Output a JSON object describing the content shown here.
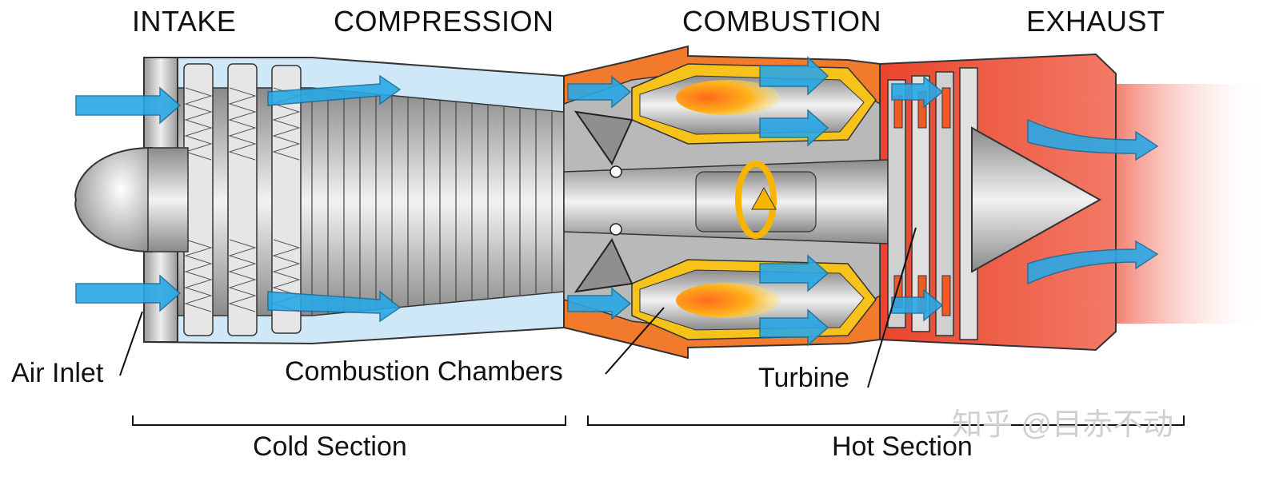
{
  "stages": {
    "intake": "INTAKE",
    "compression": "COMPRESSION",
    "combustion": "COMBUSTION",
    "exhaust": "EXHAUST"
  },
  "parts": {
    "air_inlet": "Air Inlet",
    "combustion_chambers": "Combustion Chambers",
    "turbine": "Turbine"
  },
  "sections": {
    "cold": "Cold Section",
    "hot": "Hot Section"
  },
  "watermark": "知乎 @目赤不动",
  "colors": {
    "cold_air": "#2aa8e6",
    "hot_casing": "#f15a24",
    "combustion_yellow": "#f7c21a",
    "metal": "#b8b8b8",
    "exhaust_gradient_start": "#e8553a"
  }
}
